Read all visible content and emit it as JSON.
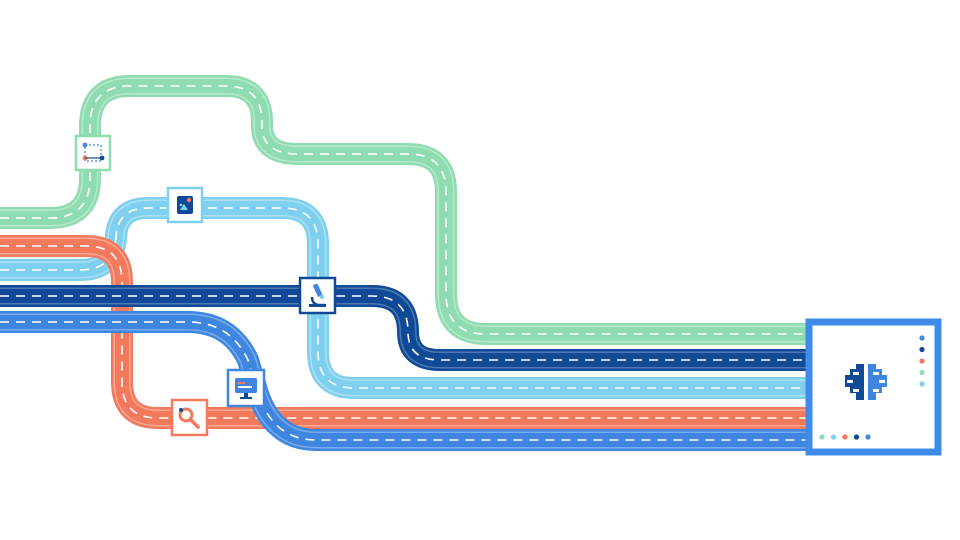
{
  "colors": {
    "background": "#ffffff",
    "green": "#8fdcb0",
    "light_blue": "#7fd0ee",
    "navy": "#104a96",
    "orange": "#f47a5e",
    "blue": "#3f86e0",
    "hub_border": "#3f8ce8",
    "dash": "#ffffff"
  },
  "roads": [
    {
      "id": "green-road",
      "color_key": "green"
    },
    {
      "id": "light-blue-road",
      "color_key": "light_blue"
    },
    {
      "id": "navy-road",
      "color_key": "navy"
    },
    {
      "id": "orange-road",
      "color_key": "orange"
    },
    {
      "id": "blue-road",
      "color_key": "blue"
    }
  ],
  "nodes": [
    {
      "id": "diagram-node",
      "icon": "diagram-icon"
    },
    {
      "id": "image-node",
      "icon": "image-icon"
    },
    {
      "id": "microscope-node",
      "icon": "microscope-icon"
    },
    {
      "id": "monitor-node",
      "icon": "monitor-icon"
    },
    {
      "id": "search-node",
      "icon": "search-icon"
    }
  ],
  "hub": {
    "icon": "brain-circuit-icon",
    "right_dots": [
      "#3f86e0",
      "#104a96",
      "#f47a5e",
      "#8fdcb0",
      "#7fd0ee"
    ],
    "bottom_dots": [
      "#8fdcb0",
      "#7fd0ee",
      "#f47a5e",
      "#104a96",
      "#3f86e0"
    ]
  }
}
